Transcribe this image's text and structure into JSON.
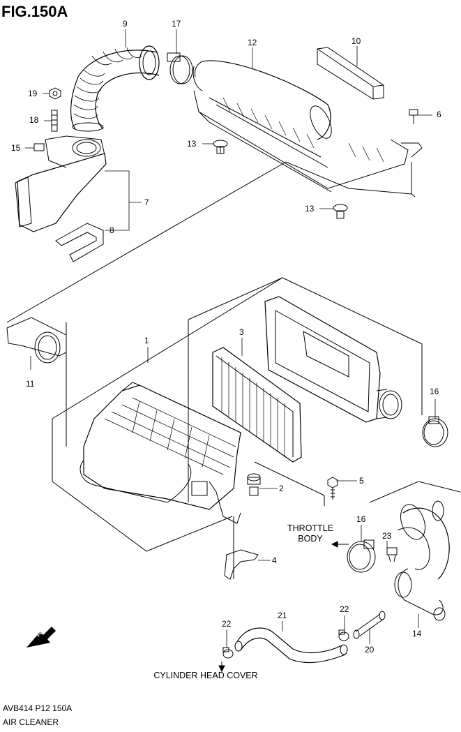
{
  "figure": {
    "title": "FIG.150A",
    "code": "AVB414 P12 150A",
    "name": "AIR CLEANER"
  },
  "notes": {
    "throttle_line1": "THROTTLE",
    "throttle_line2": "BODY",
    "cylinder_head_cover": "CYLINDER HEAD COVER",
    "fwd": "FWD"
  },
  "callouts": {
    "p1": "1",
    "p2": "2",
    "p3": "3",
    "p4": "4",
    "p5": "5",
    "p6": "6",
    "p7": "7",
    "p8": "8",
    "p9": "9",
    "p10": "10",
    "p11": "11",
    "p12": "12",
    "p13a": "13",
    "p13b": "13",
    "p14": "14",
    "p15": "15",
    "p16a": "16",
    "p16b": "16",
    "p17": "17",
    "p18": "18",
    "p19": "19",
    "p20": "20",
    "p21": "21",
    "p22a": "22",
    "p22b": "22",
    "p23": "23"
  }
}
